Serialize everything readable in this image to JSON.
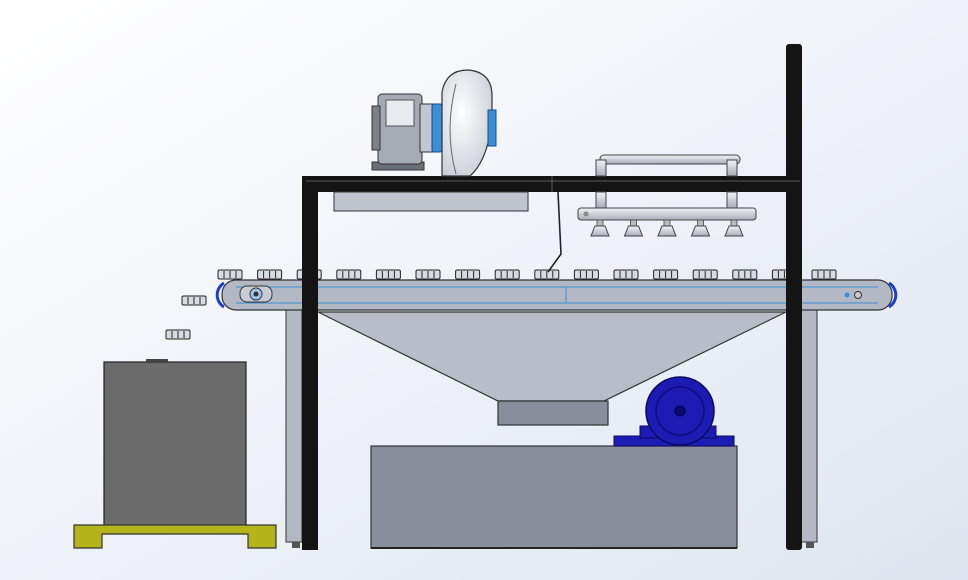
{
  "scene": {
    "background_colors": [
      "#ffffff",
      "#dfe5f0"
    ],
    "frame_color": "#141414",
    "steel_color": "#b4b8c4",
    "hopper_color": "#b9bdca",
    "tank_color": "#8a8e9c",
    "bin_color": "#6b6b6b",
    "pallet_color": "#b5b41a",
    "motor_color": "#1c1cb5",
    "accent_blue": "#3a8fd6",
    "conveyor_items": 16,
    "falling_items": 2,
    "sprayer_nozzles": 5
  }
}
